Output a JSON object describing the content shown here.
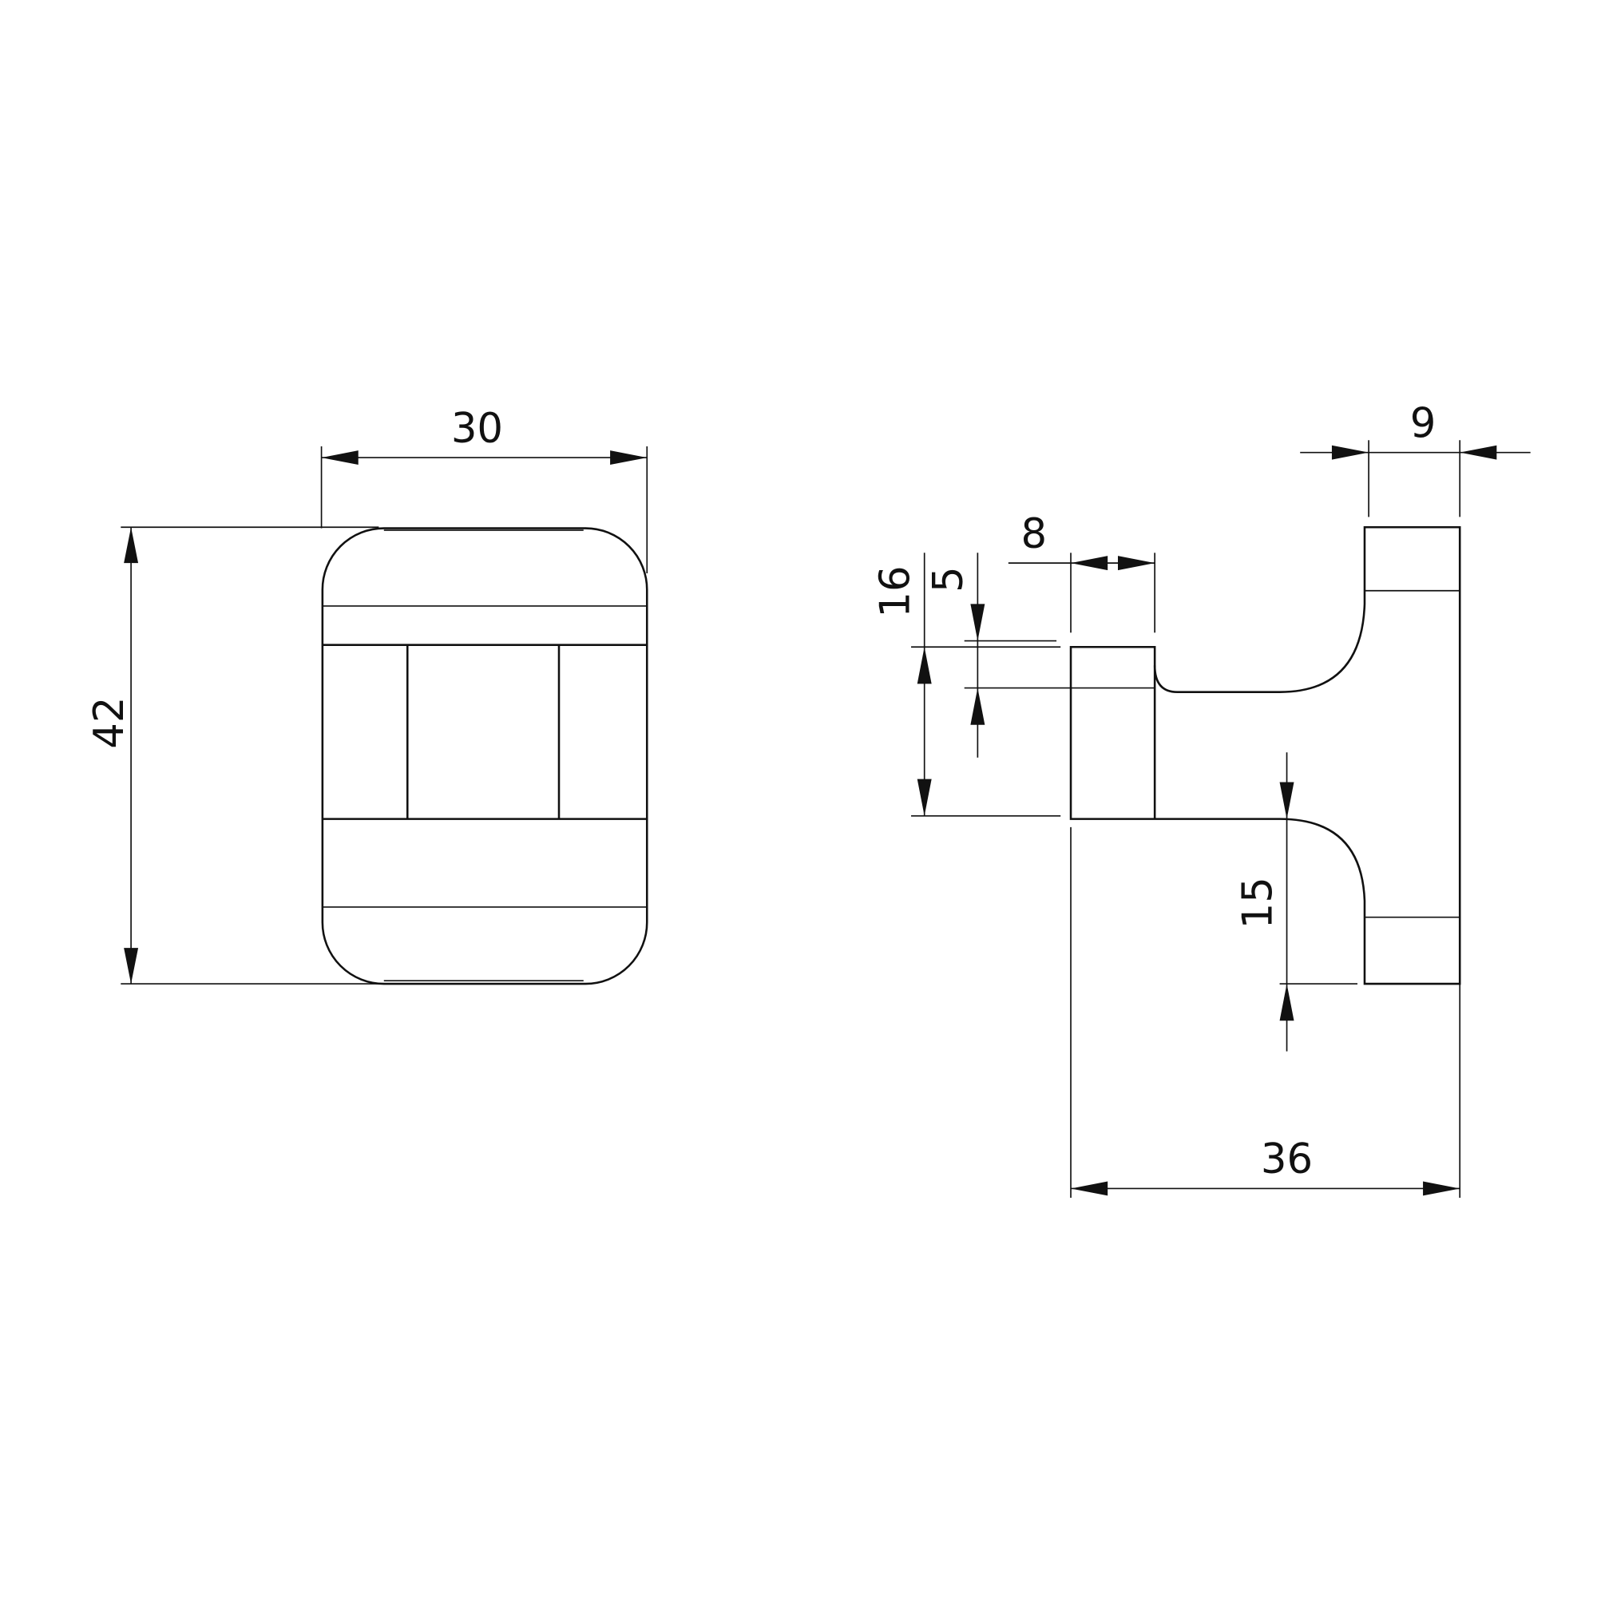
{
  "drawing": {
    "front_view": {
      "width_dim": "30",
      "height_dim": "42"
    },
    "side_view": {
      "top_depth_dim": "9",
      "hook_thickness_dim": "8",
      "hook_height_dim": "16",
      "lip_dim": "5",
      "lower_offset_dim": "15",
      "total_depth_dim": "36"
    },
    "colors": {
      "line": "#111111",
      "background": "#ffffff"
    }
  }
}
